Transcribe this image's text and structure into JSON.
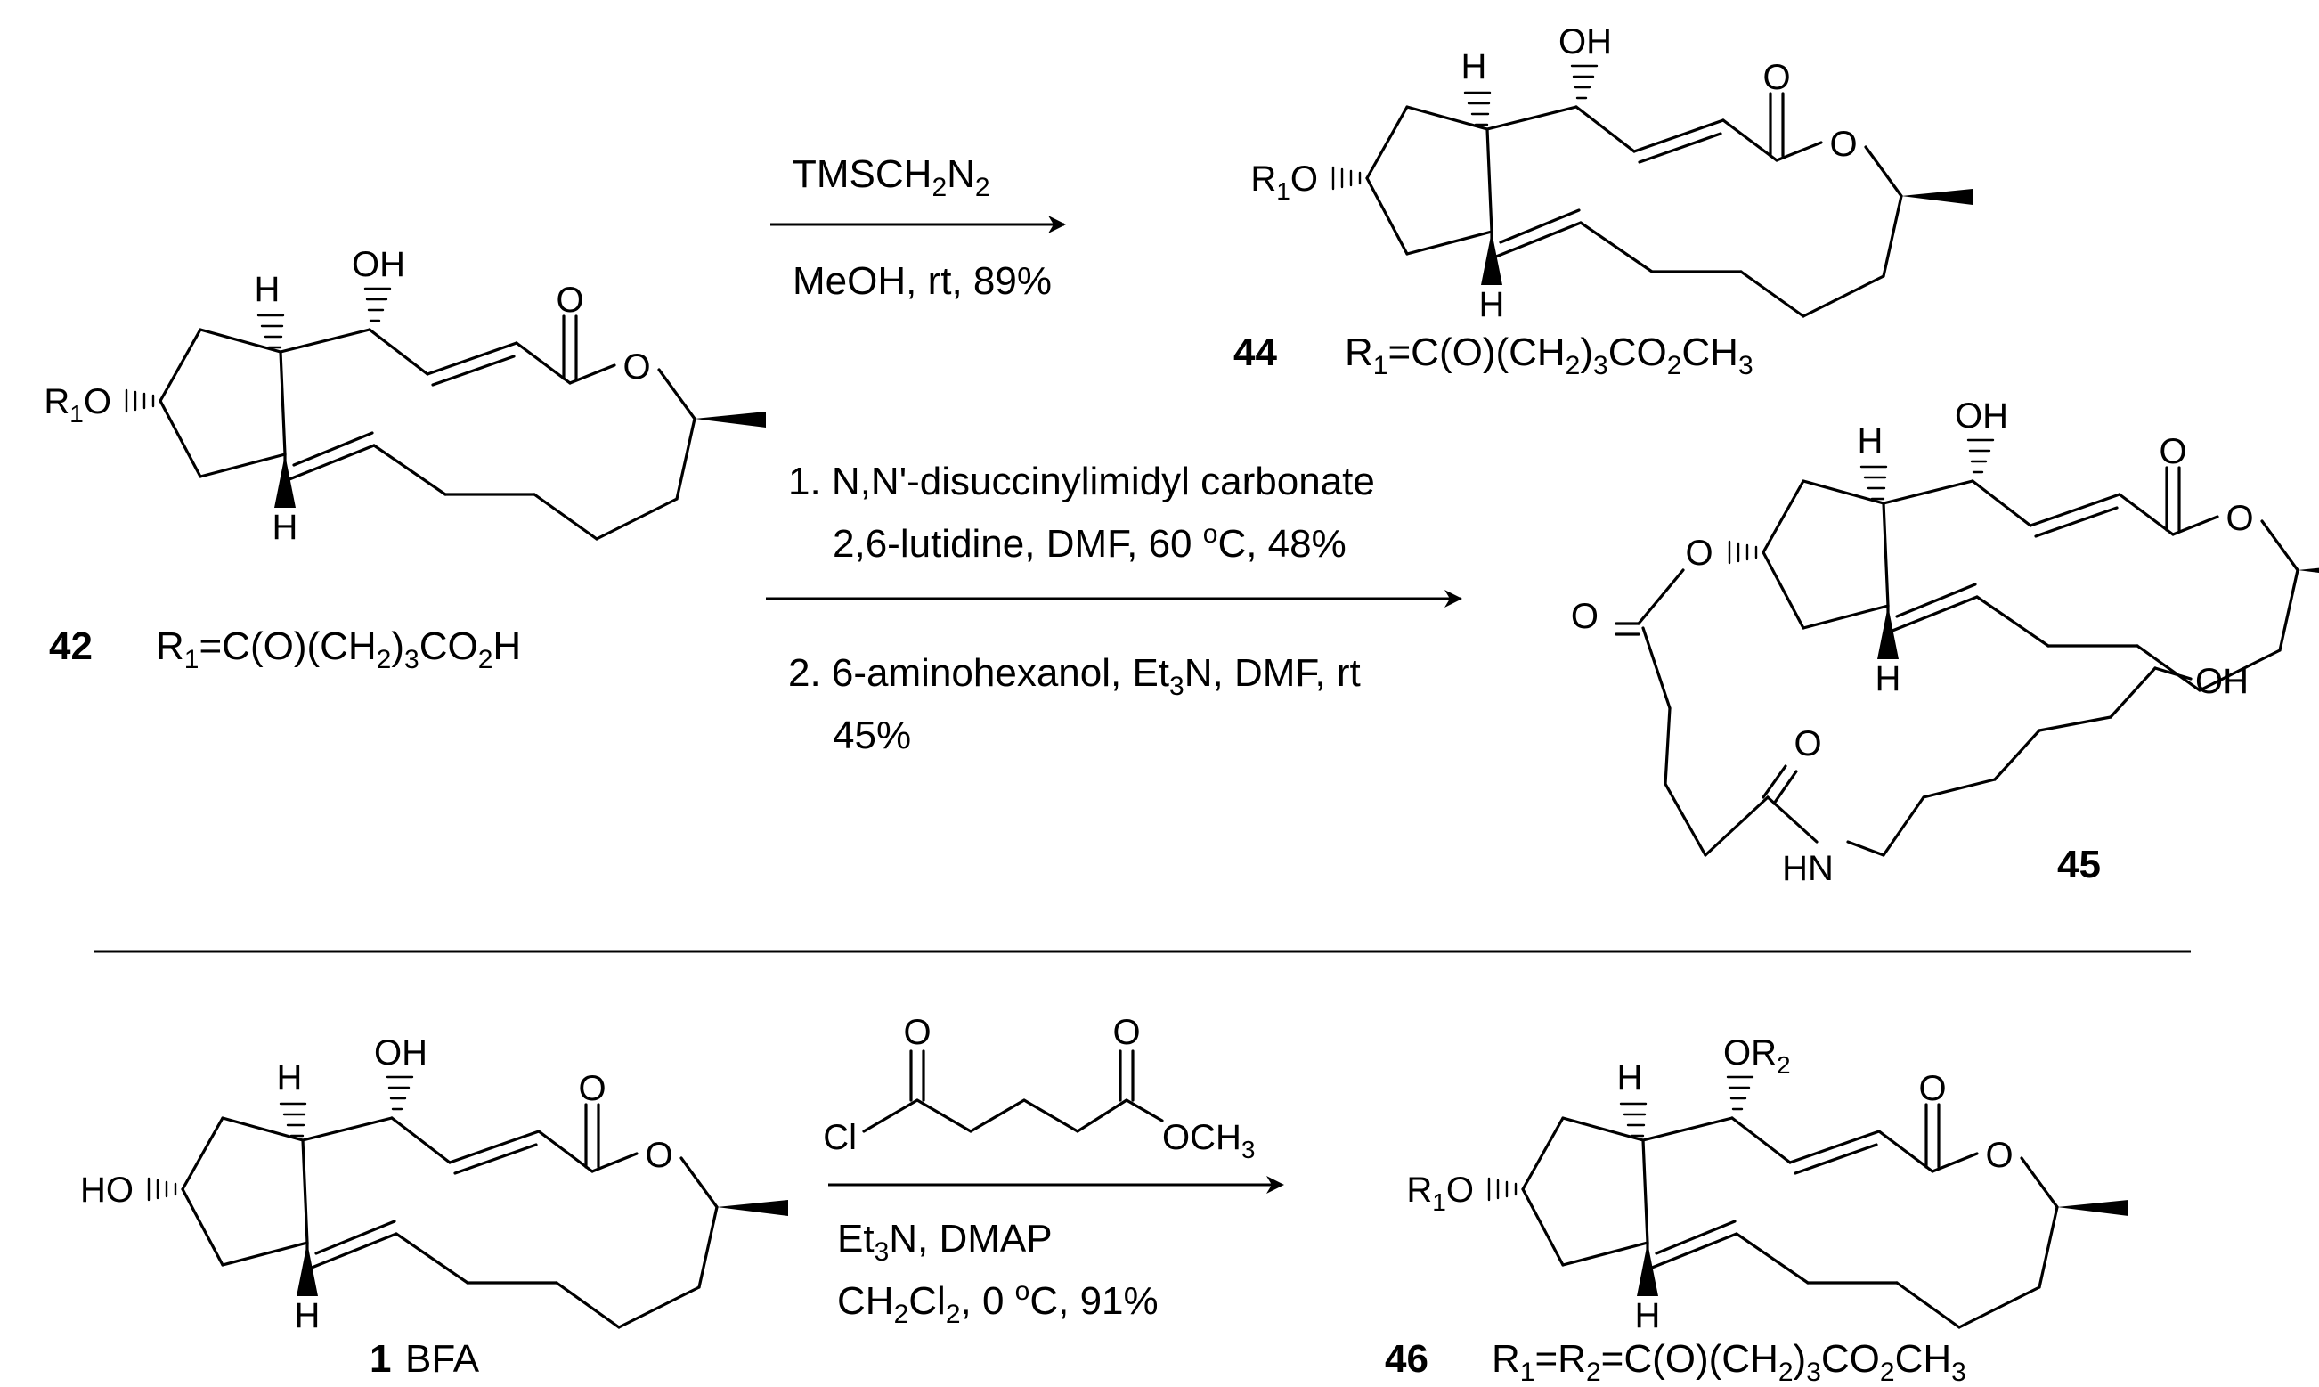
{
  "scheme_1": {
    "compound_42": {
      "number": "42",
      "label": "R1=C(O)(CH2)3CO2H"
    },
    "compound_44": {
      "number": "44",
      "label": "R1=C(O)(CH2)3CO2CH3"
    },
    "compound_45": {
      "number": "45"
    },
    "arrow_1": {
      "above": "TMSCH2N2",
      "below": "MeOH, rt, 89%"
    },
    "arrow_2": {
      "step1_line1": "1. N,N'-disuccinylimidyl carbonate",
      "step1_line2": "2,6-lutidine, DMF, 60 oC, 48%",
      "step2_line1": "2. 6-aminohexanol, Et3N, DMF, rt",
      "step2_line2": "45%"
    }
  },
  "scheme_2": {
    "compound_1": {
      "number": "1",
      "name": "BFA"
    },
    "compound_46": {
      "number": "46",
      "label": "R1=R2=C(O)(CH2)3CO2CH3"
    },
    "reagent": {
      "left_atom": "Cl",
      "right_group": "OCH3"
    },
    "arrow": {
      "below_line1": "Et3N, DMAP",
      "below_line2": "CH2Cl2, 0 oC, 91%"
    }
  },
  "atoms": {
    "oh": "OH",
    "o": "O",
    "h": "H",
    "hn": "HN",
    "ho": "HO",
    "or2": "OR2",
    "r1o": "R1O"
  }
}
